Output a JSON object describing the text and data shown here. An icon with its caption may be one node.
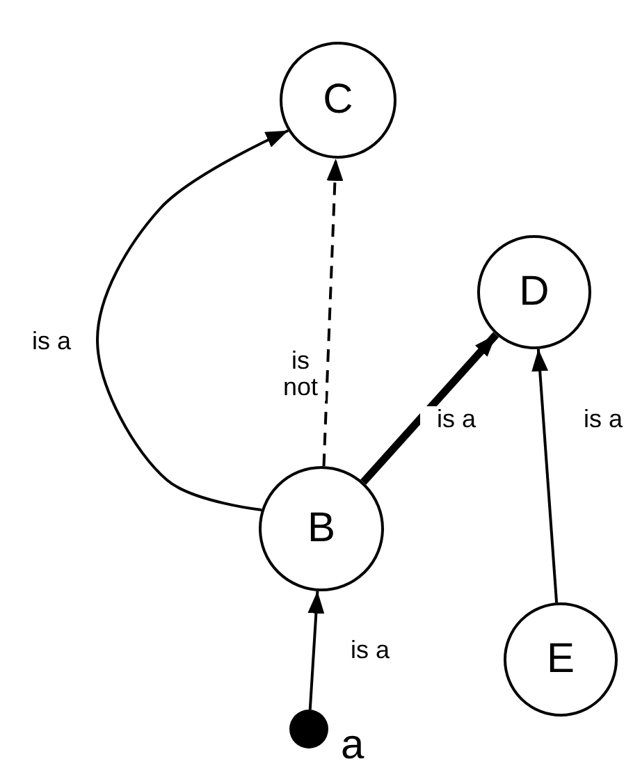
{
  "diagram": {
    "nodes": [
      {
        "text": [
          "C"
        ]
      },
      {
        "text": [
          "D"
        ]
      },
      {
        "text": [
          "B"
        ]
      },
      {
        "text": [
          "E"
        ]
      },
      {
        "text": [],
        "shape": "circle",
        "beside": [
          "a"
        ]
      }
    ],
    "edges": [
      {
        "from": 2,
        "to": 0,
        "arrow": "to",
        "label": "is a"
      },
      {
        "from": 2,
        "to": 0,
        "arrow": "to",
        "label": "is not",
        "style": "dashed"
      },
      {
        "from": 2,
        "to": 1,
        "arrow": "to",
        "label": "is a",
        "style": "thick"
      },
      {
        "from": 3,
        "to": 1,
        "arrow": "to",
        "label": "is a"
      },
      {
        "from": 4,
        "to": 2,
        "arrow": "to",
        "label": "is a"
      }
    ]
  }
}
